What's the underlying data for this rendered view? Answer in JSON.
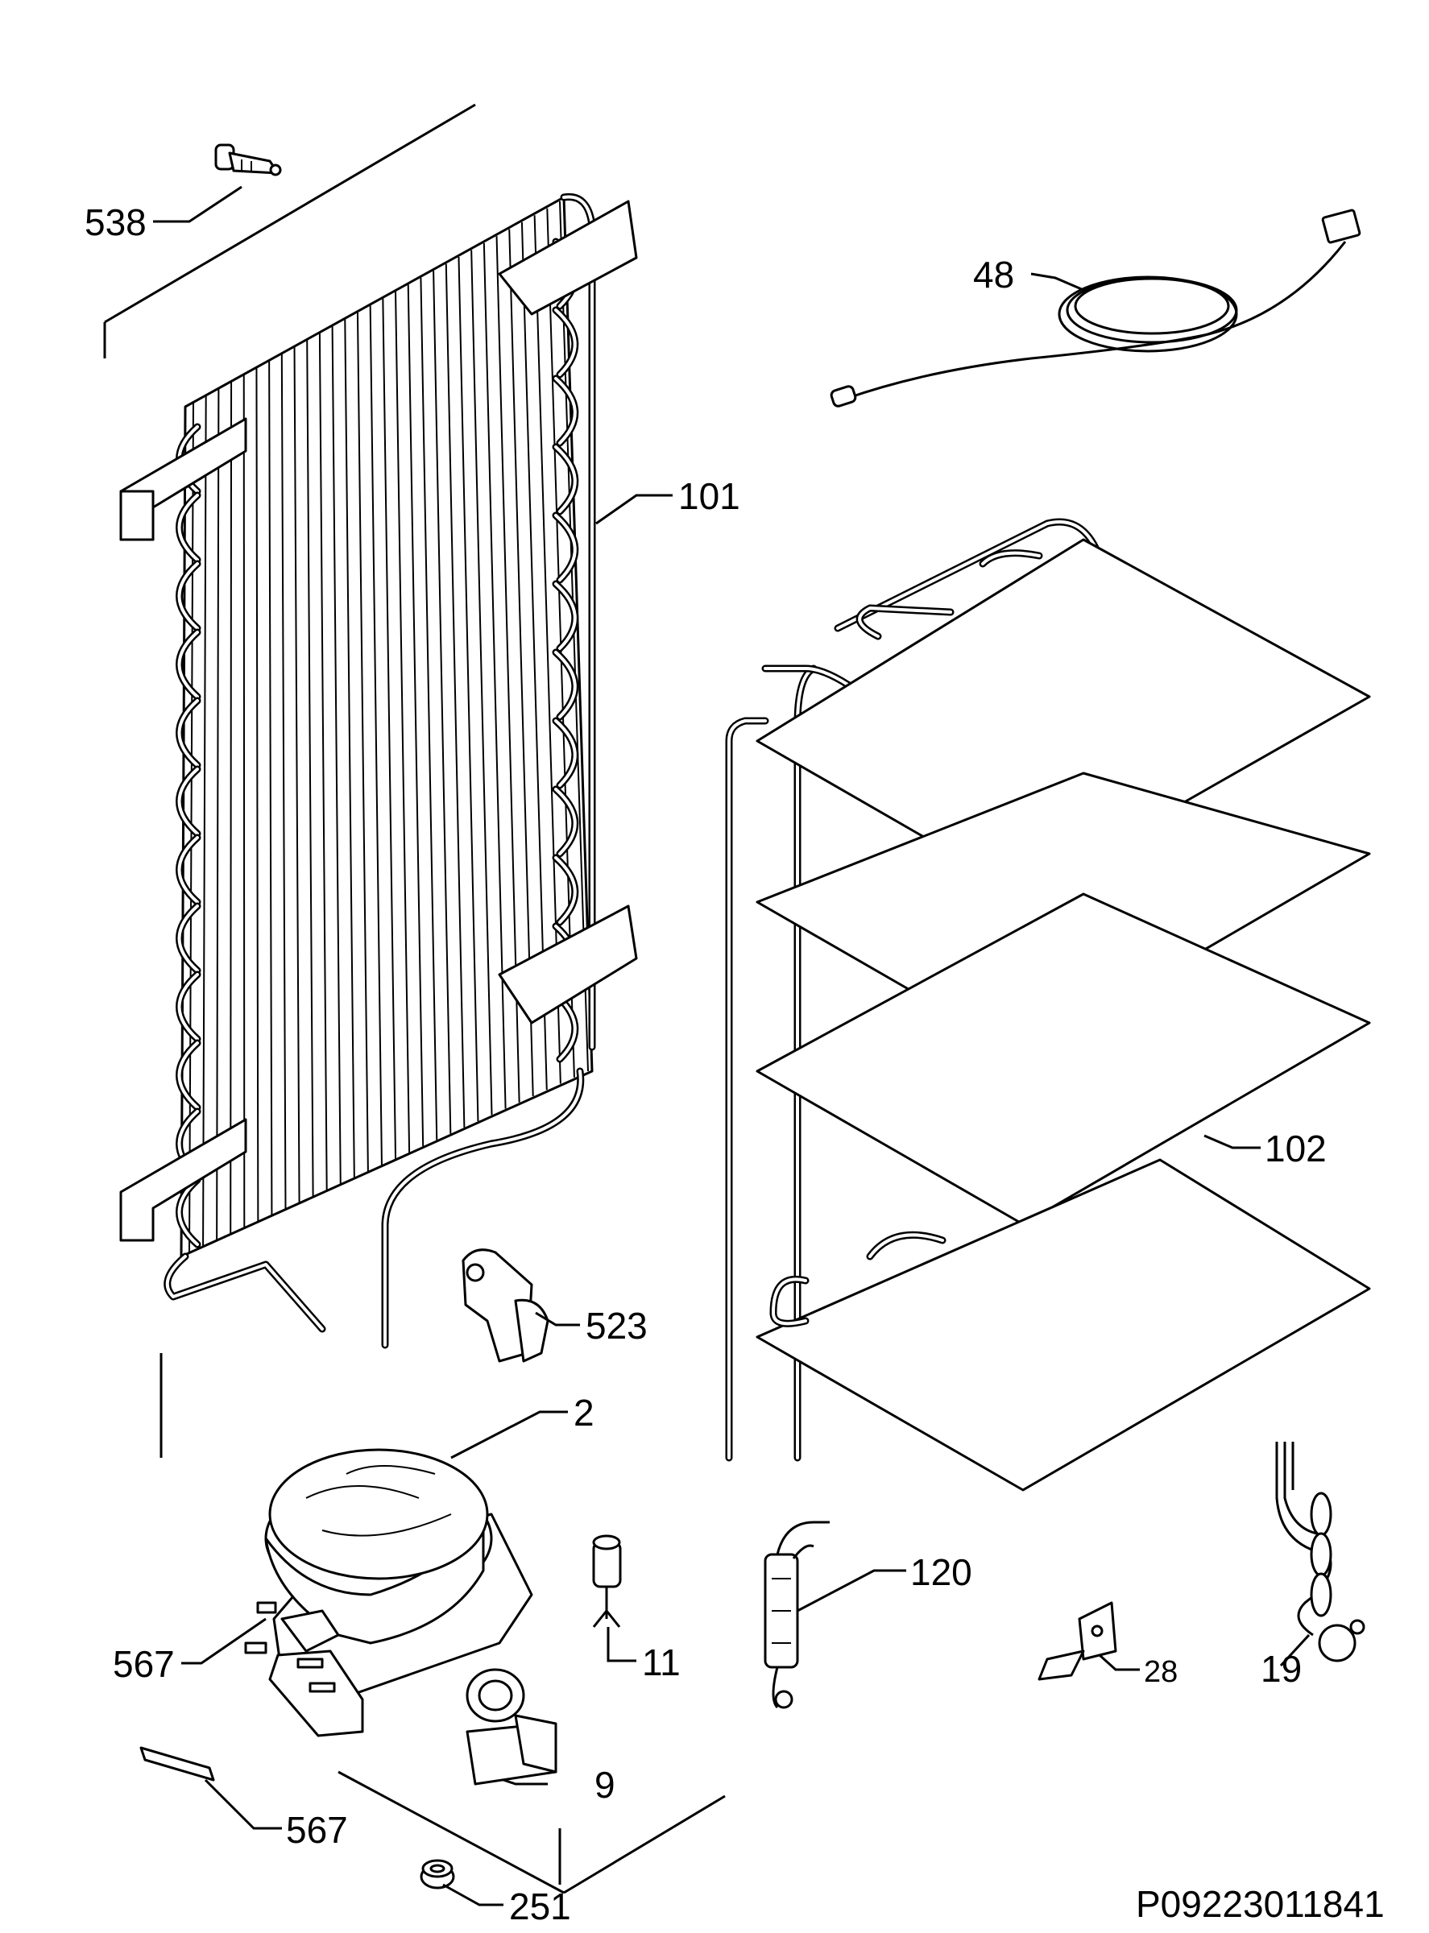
{
  "drawing_code": "P09223011841",
  "parts": [
    {
      "id": "538",
      "label": "538",
      "part": "push-in clip"
    },
    {
      "id": "48",
      "label": "48",
      "part": "cable harness"
    },
    {
      "id": "101",
      "label": "101",
      "part": "condenser"
    },
    {
      "id": "102",
      "label": "102",
      "part": "evaporator shelves"
    },
    {
      "id": "523",
      "label": "523",
      "part": "pipe clamp"
    },
    {
      "id": "2",
      "label": "2",
      "part": "compressor"
    },
    {
      "id": "120",
      "label": "120",
      "part": "thermostat"
    },
    {
      "id": "11",
      "label": "11",
      "part": "filter drier"
    },
    {
      "id": "28",
      "label": "28",
      "part": "bracket"
    },
    {
      "id": "19",
      "label": "19",
      "part": "power cord"
    },
    {
      "id": "567a",
      "label": "567",
      "part": "mounting plate"
    },
    {
      "id": "567b",
      "label": "567",
      "part": "strip"
    },
    {
      "id": "9",
      "label": "9",
      "part": "relay"
    },
    {
      "id": "251",
      "label": "251",
      "part": "nut"
    }
  ]
}
